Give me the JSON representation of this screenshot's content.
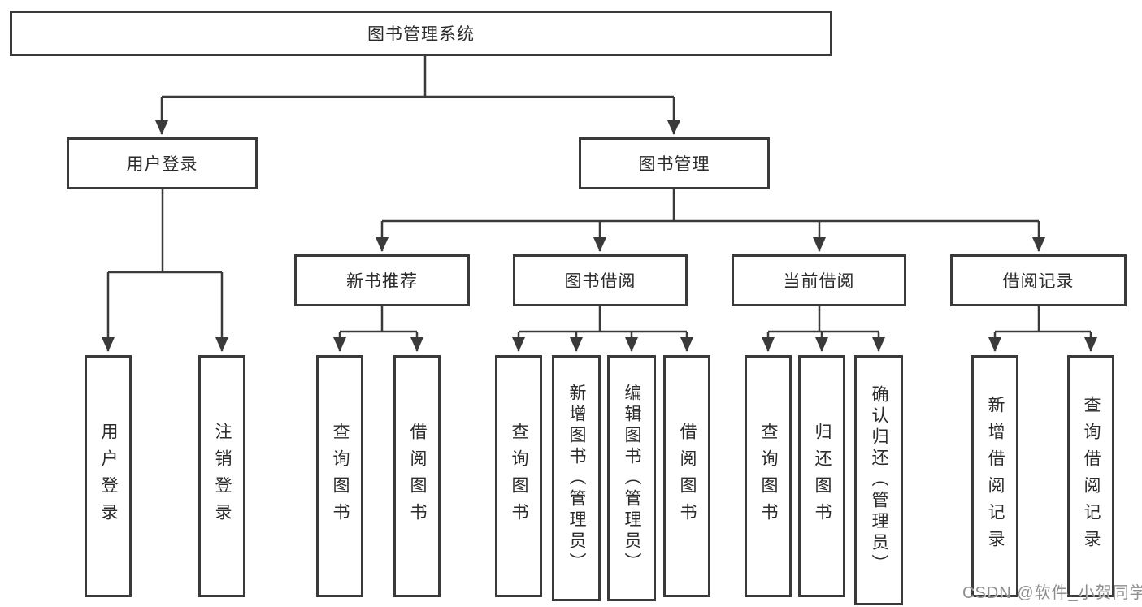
{
  "watermark": "CSDN @软件_小贺同学",
  "colors": {
    "line": "#3a3a3a",
    "text": "#2b2b2b",
    "background": "#ffffff",
    "watermark": "#8e8e8e"
  },
  "tree": {
    "root": {
      "label": "图书管理系统",
      "children": [
        {
          "label": "用户登录",
          "children": [
            {
              "label": "用户登录"
            },
            {
              "label": "注销登录"
            }
          ]
        },
        {
          "label": "图书管理",
          "children": [
            {
              "label": "新书推荐",
              "children": [
                {
                  "label": "查询图书"
                },
                {
                  "label": "借阅图书"
                }
              ]
            },
            {
              "label": "图书借阅",
              "children": [
                {
                  "label": "查询图书"
                },
                {
                  "label": "新增图书（管理员）"
                },
                {
                  "label": "编辑图书（管理员）"
                },
                {
                  "label": "借阅图书"
                }
              ]
            },
            {
              "label": "当前借阅",
              "children": [
                {
                  "label": "查询图书"
                },
                {
                  "label": "归还图书"
                },
                {
                  "label": "确认归还（管理员）"
                }
              ]
            },
            {
              "label": "借阅记录",
              "children": [
                {
                  "label": "新增借阅记录"
                },
                {
                  "label": "查询借阅记录"
                }
              ]
            }
          ]
        }
      ]
    }
  }
}
